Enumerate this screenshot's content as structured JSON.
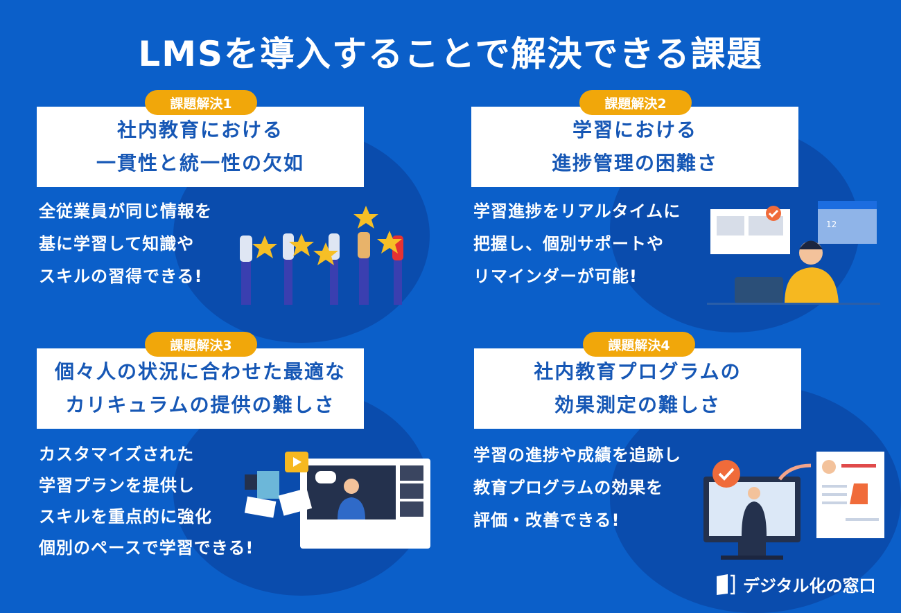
{
  "title": "LMSを導入することで解決できる課題",
  "cards": [
    {
      "badge": "課題解決1",
      "heading": [
        "社内教育における",
        "一貫性と統一性の欠如"
      ],
      "body": [
        "全従業員が同じ情報を",
        "基に学習して知識や",
        "スキルの習得できる!"
      ]
    },
    {
      "badge": "課題解決2",
      "heading": [
        "学習における",
        "進捗管理の困難さ"
      ],
      "body": [
        "学習進捗をリアルタイムに",
        "把握し、個別サポートや",
        "リマインダーが可能!"
      ]
    },
    {
      "badge": "課題解決3",
      "heading": [
        "個々人の状況に合わせた最適な",
        "カリキュラムの提供の難しさ"
      ],
      "body": [
        "カスタマイズされた",
        "学習プランを提供し",
        "スキルを重点的に強化",
        "個別のペースで学習できる!"
      ]
    },
    {
      "badge": "課題解決4",
      "heading": [
        "社内教育プログラムの",
        "効果測定の難しさ"
      ],
      "body": [
        "学習の進捗や成績を追跡し",
        "教育プログラムの効果を",
        "評価・改善できる!"
      ]
    }
  ],
  "calendar_day": "12",
  "logo": "デジタル化の窓口",
  "colors": {
    "background": "#0b5fc9",
    "circle": "#0a4cad",
    "badge": "#f1a70a",
    "heading": "#1657b5"
  }
}
